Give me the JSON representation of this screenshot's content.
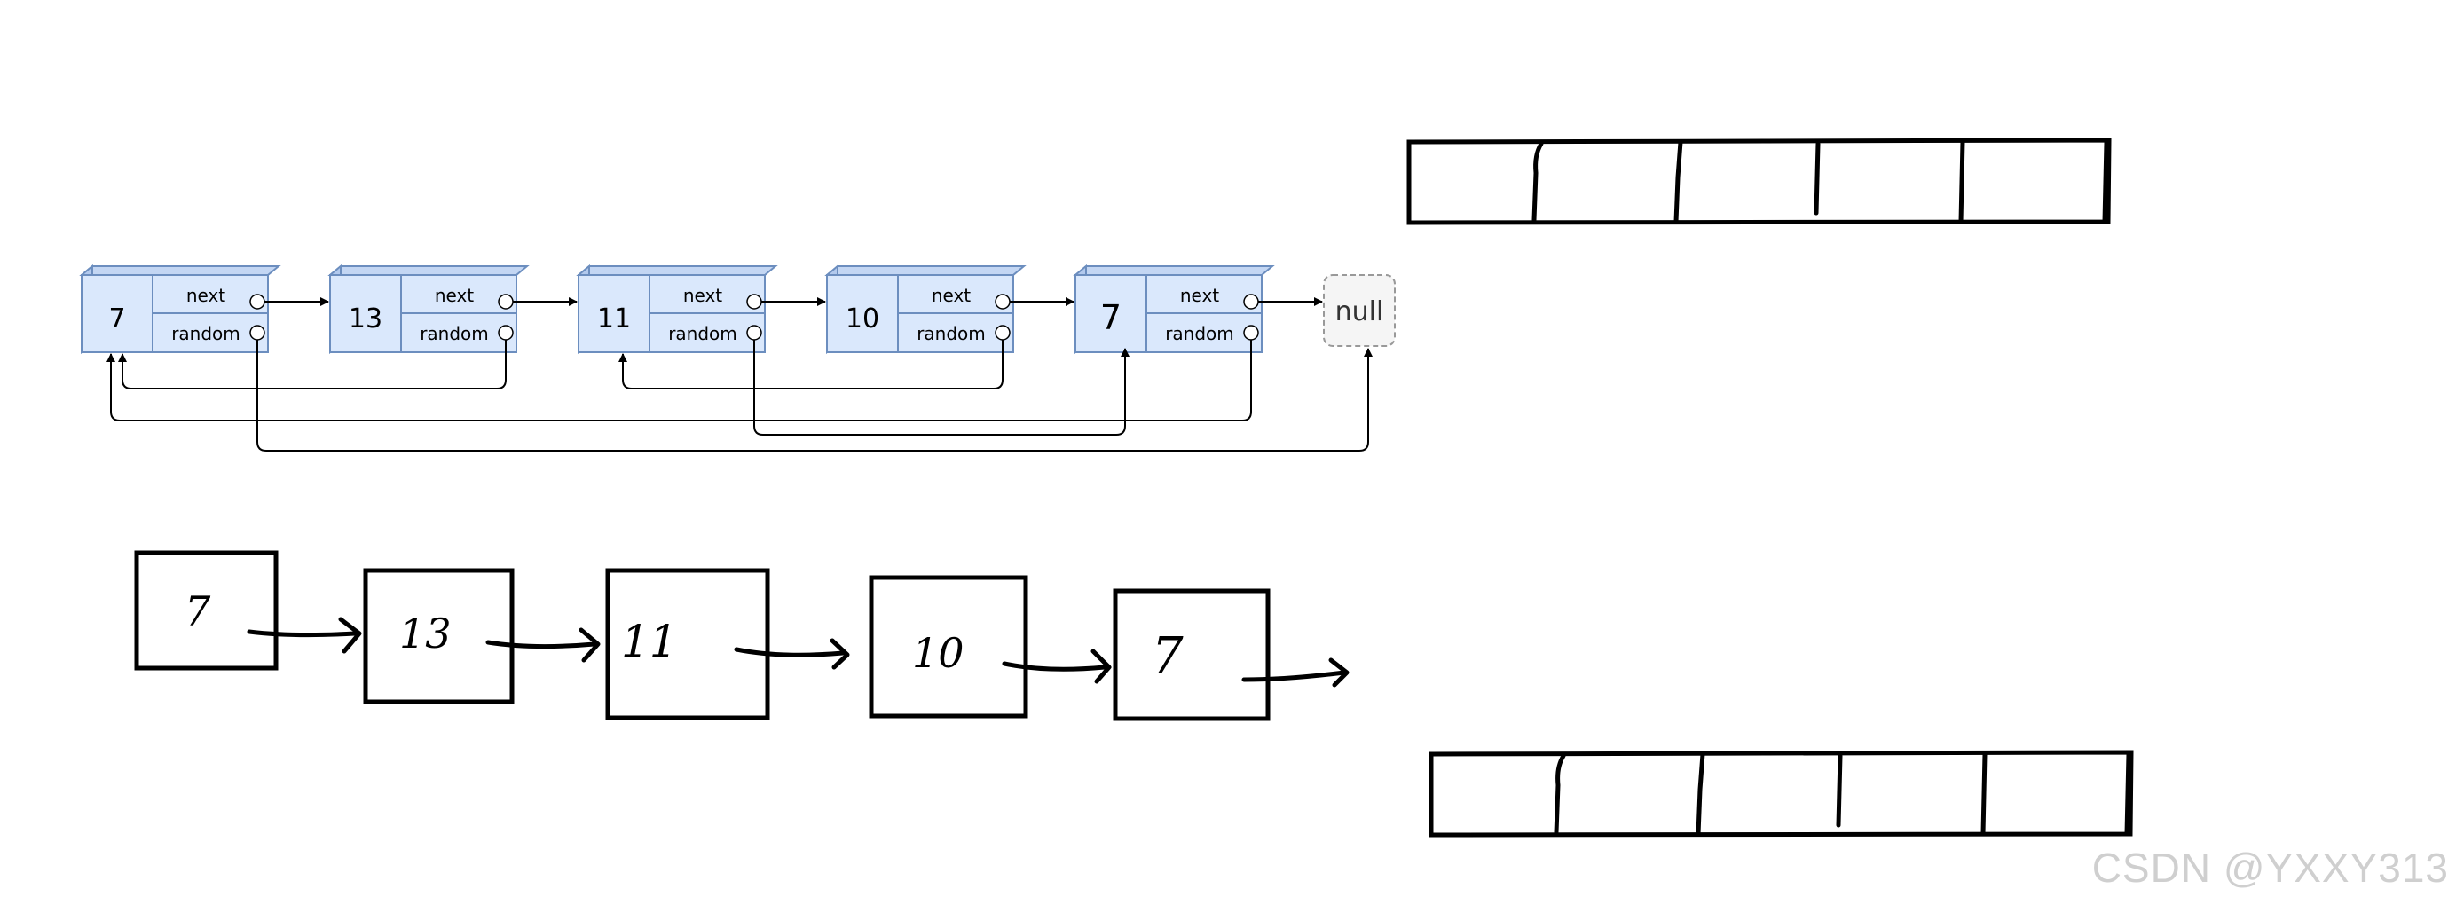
{
  "diagram": {
    "nodes": [
      {
        "val": "7",
        "next_label": "next",
        "random_label": "random"
      },
      {
        "val": "13",
        "next_label": "next",
        "random_label": "random"
      },
      {
        "val": "11",
        "next_label": "next",
        "random_label": "random"
      },
      {
        "val": "10",
        "next_label": "next",
        "random_label": "random"
      },
      {
        "val": "7",
        "next_label": "next",
        "random_label": "random"
      }
    ],
    "null_label": "null",
    "random_targets": [
      "null",
      "0",
      "4",
      "2",
      "0"
    ]
  },
  "sketch": {
    "boxes": [
      "7",
      "13",
      "11",
      "10",
      "7"
    ]
  },
  "watermark": "CSDN @YXXY313",
  "colors": {
    "node_fill": "#dae8fc",
    "node_stroke": "#6c8ebf",
    "null_fill": "#f5f5f5",
    "null_stroke": "#999999",
    "ink": "#000000"
  }
}
